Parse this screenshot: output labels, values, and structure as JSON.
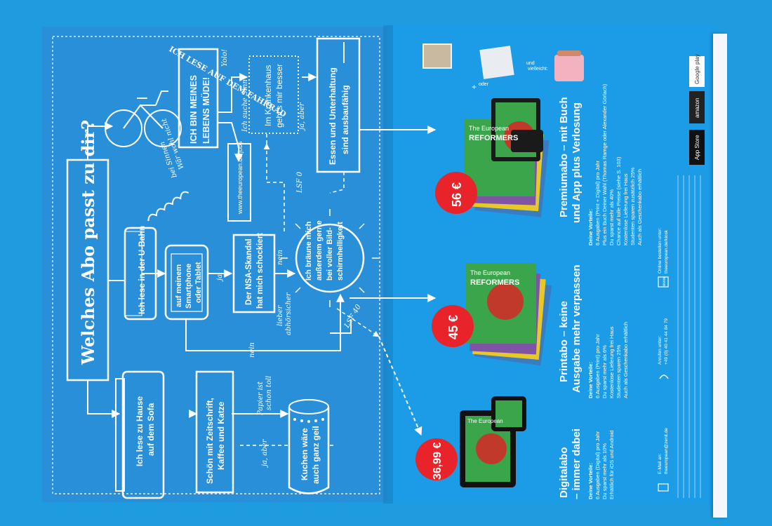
{
  "left_page": {
    "title": "Welches Abo passt zu dir?",
    "nodes": {
      "fahrrad": "ICH LESE AUF DEM FAHRRAD",
      "muede_1": "ICH BIN MEINES",
      "muede_2": "LEBENS MÜDE!",
      "krankenhaus_1": "Im Krankenhaus",
      "krankenhaus_2": "geht's mir besser",
      "essen_1": "Essen und Unterhaltung",
      "essen_2": "sind ausbaufähig",
      "jobs": "www.theeuropean.de/jobs",
      "ubahn": "Ich lese in der U-Bahn",
      "smartphone_1": "auf meinem",
      "smartphone_2": "Smartphone",
      "smartphone_3": "oder Tablet",
      "nsa_1": "Der NSA-Skandal",
      "nsa_2": "hat mich schockiert",
      "braeune_1": "Ich bräune mich",
      "braeune_2": "außerdem gerne",
      "braeune_3": "bei voller Bild-",
      "braeune_4": "schirmhelligkeit",
      "sofa_1": "Ich lese zu Hause",
      "sofa_2": "auf dem Sofa",
      "zeitschrift_1": "Schön mit Zeitschrift,",
      "zeitschrift_2": "Kaffee und Katze",
      "kuchen_1": "Kuchen wäre",
      "kuchen_2": "auch ganz geil"
    },
    "edge_labels": {
      "yolo": "Yolo!",
      "sinn": "Ich suche Sinn",
      "ja_aber_1": "ja, aber",
      "lsf": "LSF 0",
      "lsf_40": "LSF 40",
      "ja": "ja",
      "nein_1": "nein",
      "nein_2": "nein",
      "lieber_1": "lieber",
      "lieber_2": "abhörsicher",
      "papier_1": "Papier ist",
      "papier_2": "schon toll",
      "ja_aber_2": "ja, aber",
      "sinnen_1": "Wär wohl nicht",
      "sinnen_2": "bei Sinnen"
    }
  },
  "right_page": {
    "offers": [
      {
        "price": "56 €",
        "title_1": "Premiumabo – mit Buch",
        "title_2": "und App plus Verlosung",
        "benefits_label": "Deine Vorteile:",
        "benefits": [
          "6 Ausgaben (Print + Digital) pro Jahr",
          "Plus ein Buch Deiner Wahl (Thomas Ramge oder Alexander Görlach)",
          "Du sparst mehr als 40%",
          "Chance auf tolle Preise (siehe S. 103)",
          "Kostenlose Lieferung frei Haus",
          "Studenten sparen zusätzlich 25%",
          "Auch als Geschenkabo erhältlich"
        ]
      },
      {
        "price": "45 €",
        "title_1": "Printabo – keine",
        "title_2": "Ausgabe mehr verpassen",
        "benefits_label": "Deine Vorteile:",
        "benefits": [
          "6 Ausgaben (Print) pro Jahr",
          "Du sparst mehr als 6%",
          "Kostenlose Lieferung frei Haus",
          "Studenten sparen 25%",
          "Auch als Geschenkabo erhältlich"
        ]
      },
      {
        "price": "36,99 €",
        "title_1": "Digitalabo",
        "title_2": "– immer dabei",
        "benefits_label": "Deine Vorteile:",
        "benefits": [
          "6 Ausgaben (Digital) pro Jahr",
          "Du sparst mehr als 10%",
          "Erhältlich für iOS und Android"
        ]
      }
    ],
    "magazine": {
      "brand": "The European",
      "cover_title": "REFORMERS"
    },
    "prizes": {
      "oder": "oder",
      "und_1": "und",
      "und_2": "vielleicht:"
    },
    "stores": [
      "App Store",
      "amazon",
      "Google play"
    ],
    "contact": {
      "online_label": "Online bestellen unter:",
      "online_value": "theeuropean.de/kiosk",
      "www": "www",
      "phone_label": "Anrufen unter:",
      "phone_value": "+49 (0) 40 41 44 84 79",
      "email_label": "E-Mail an:",
      "email_value": "theeuropean@zenit.de"
    },
    "colors": {
      "page_blue": "#1f9ce0",
      "blueprint_blue": "#2a8fd9",
      "price_red": "#e8232a",
      "cover_green": "#3aa54a"
    }
  }
}
